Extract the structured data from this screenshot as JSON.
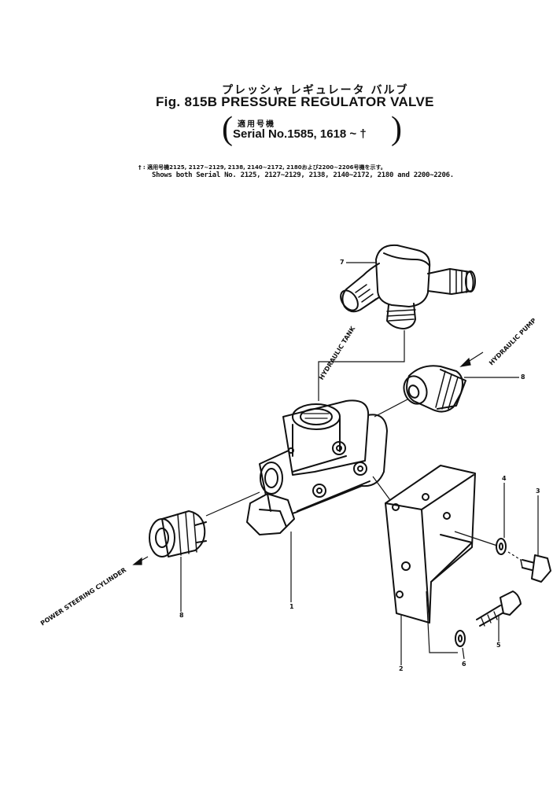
{
  "header": {
    "title_jp": "プレッシャ レギュレータ バルブ",
    "fig_title": "Fig. 815B PRESSURE REGULATOR VALVE",
    "serial_jp": "適用号機",
    "serial": "Serial No.1585, 1618 ~ †",
    "note_jp": "† : 適用号機2125, 2127~2129, 2138, 2140~2172, 2180および2200~2206号機を示す。",
    "note_en": "Shows both Serial No. 2125, 2127~2129, 2138, 2140~2172, 2180 and 2200~2206."
  },
  "labels": {
    "hydraulic_tank": "HYDRAULIC TANK",
    "hydraulic_pump": "HYDRAULIC PUMP",
    "power_steering_cylinder": "POWER STEERING CYLINDER"
  },
  "callouts": {
    "c1": "1",
    "c2": "2",
    "c3": "3",
    "c4": "4",
    "c5": "5",
    "c6": "6",
    "c7": "7",
    "c8a": "8",
    "c8b": "8"
  }
}
